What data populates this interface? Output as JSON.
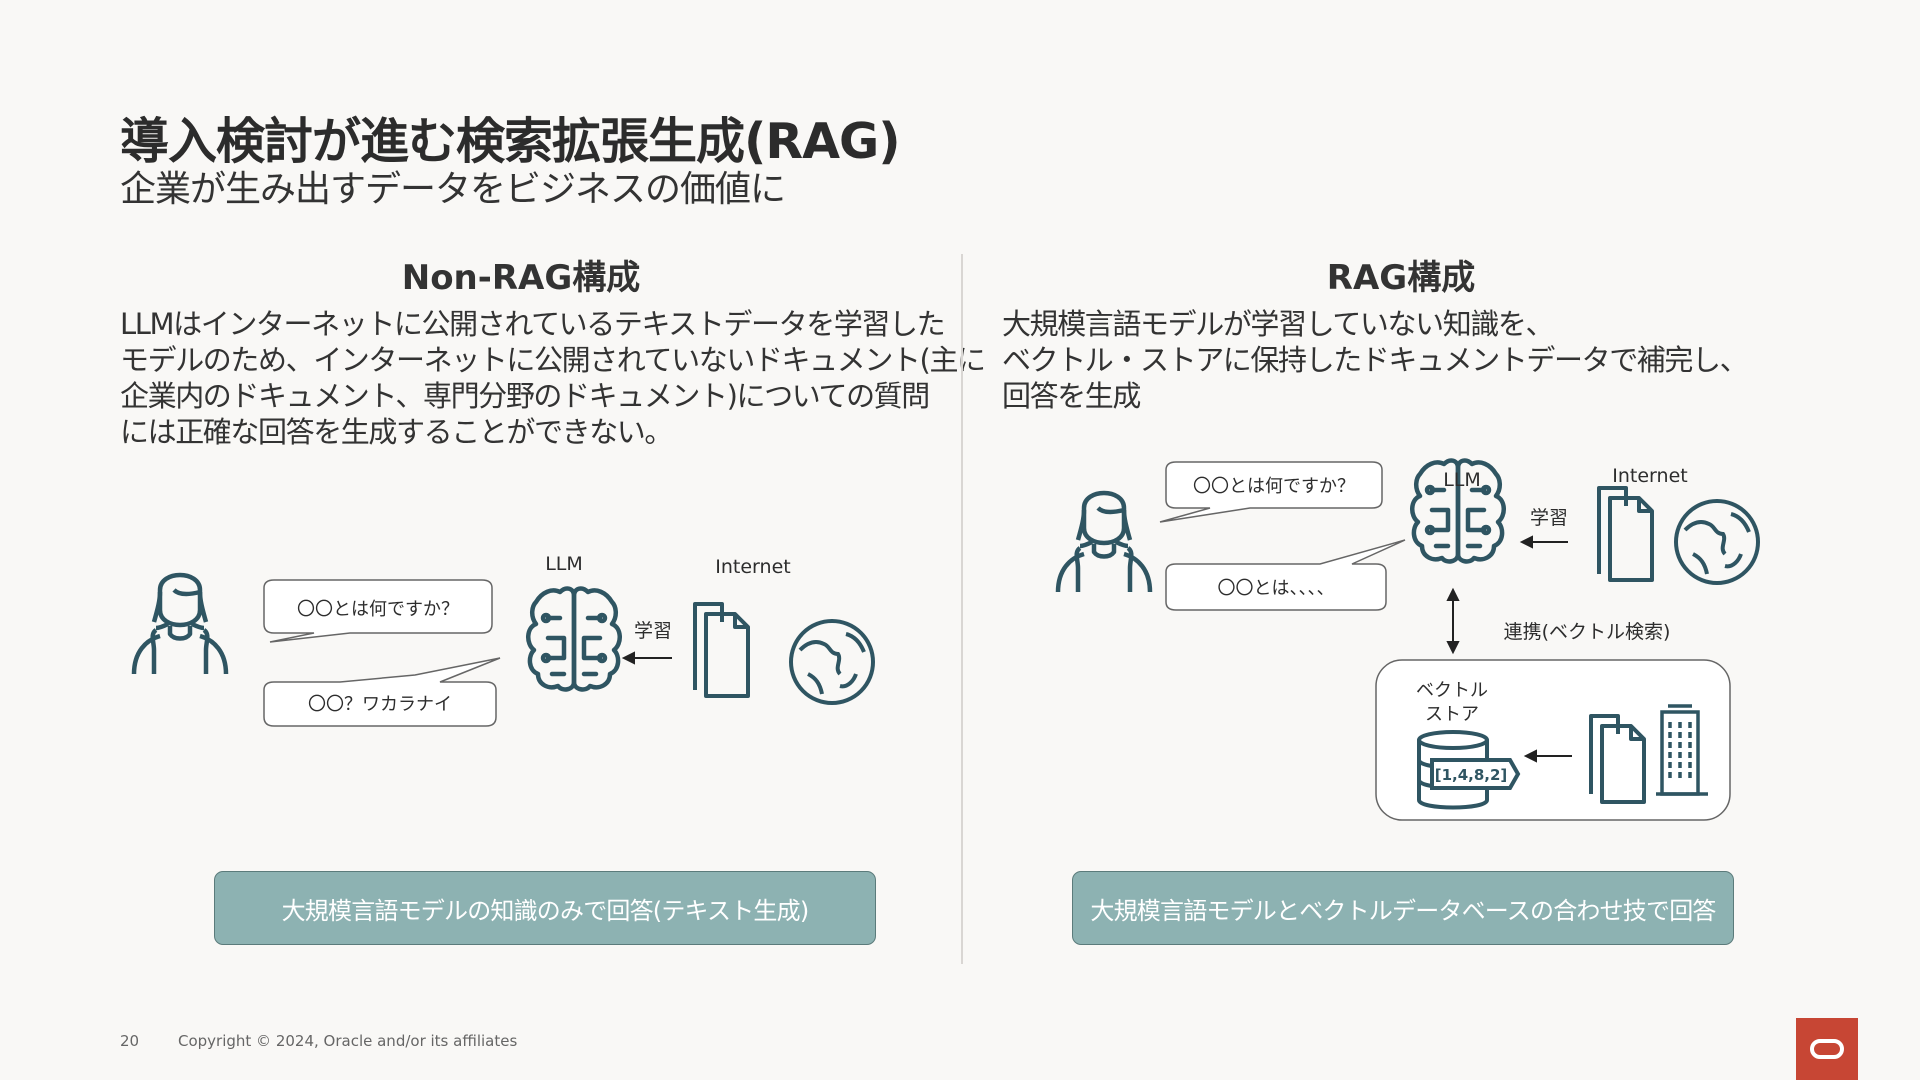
{
  "header": {
    "title": "導入検討が進む検索拡張生成(RAG)",
    "subtitle": "企業が生み出すデータをビジネスの価値に"
  },
  "left": {
    "heading": "Non-RAG構成",
    "description_lines": [
      "LLMはインターネットに公開されているテキストデータを学習した",
      "モデルのため、インターネットに公開されていないドキュメント(主に",
      "企業内のドキュメント、専門分野のドキュメント)についての質問",
      "には正確な回答を生成することができない。"
    ],
    "question": "〇〇とは何ですか？",
    "answer": "〇〇？ワカラナイ",
    "llm_label": "LLM",
    "learn_label": "学習",
    "internet_label": "Internet",
    "result": "大規模言語モデルの知識のみで回答(テキスト生成)"
  },
  "right": {
    "heading": "RAG構成",
    "description_lines": [
      "大規模言語モデルが学習していない知識を、",
      "ベクトル・ストアに保持したドキュメントデータで補完し、",
      "回答を生成"
    ],
    "question": "〇〇とは何ですか？",
    "answer": "〇〇とは、、、、",
    "llm_label": "LLM",
    "learn_label": "学習",
    "internet_label": "Internet",
    "link_label": "連携(ベクトル検索)",
    "vector_store_label_1": "ベクトル",
    "vector_store_label_2": "ストア",
    "vector_value": "[1,4,8,2]",
    "result": "大規模言語モデルとベクトルデータベースの合わせ技で回答"
  },
  "footer": {
    "page_number": "20",
    "copyright": "Copyright © 2024, Oracle and/or its affiliates"
  },
  "colors": {
    "accent_teal": "#8db2b2",
    "icon_dark": "#2f5562",
    "oracle_red": "#c74634"
  }
}
